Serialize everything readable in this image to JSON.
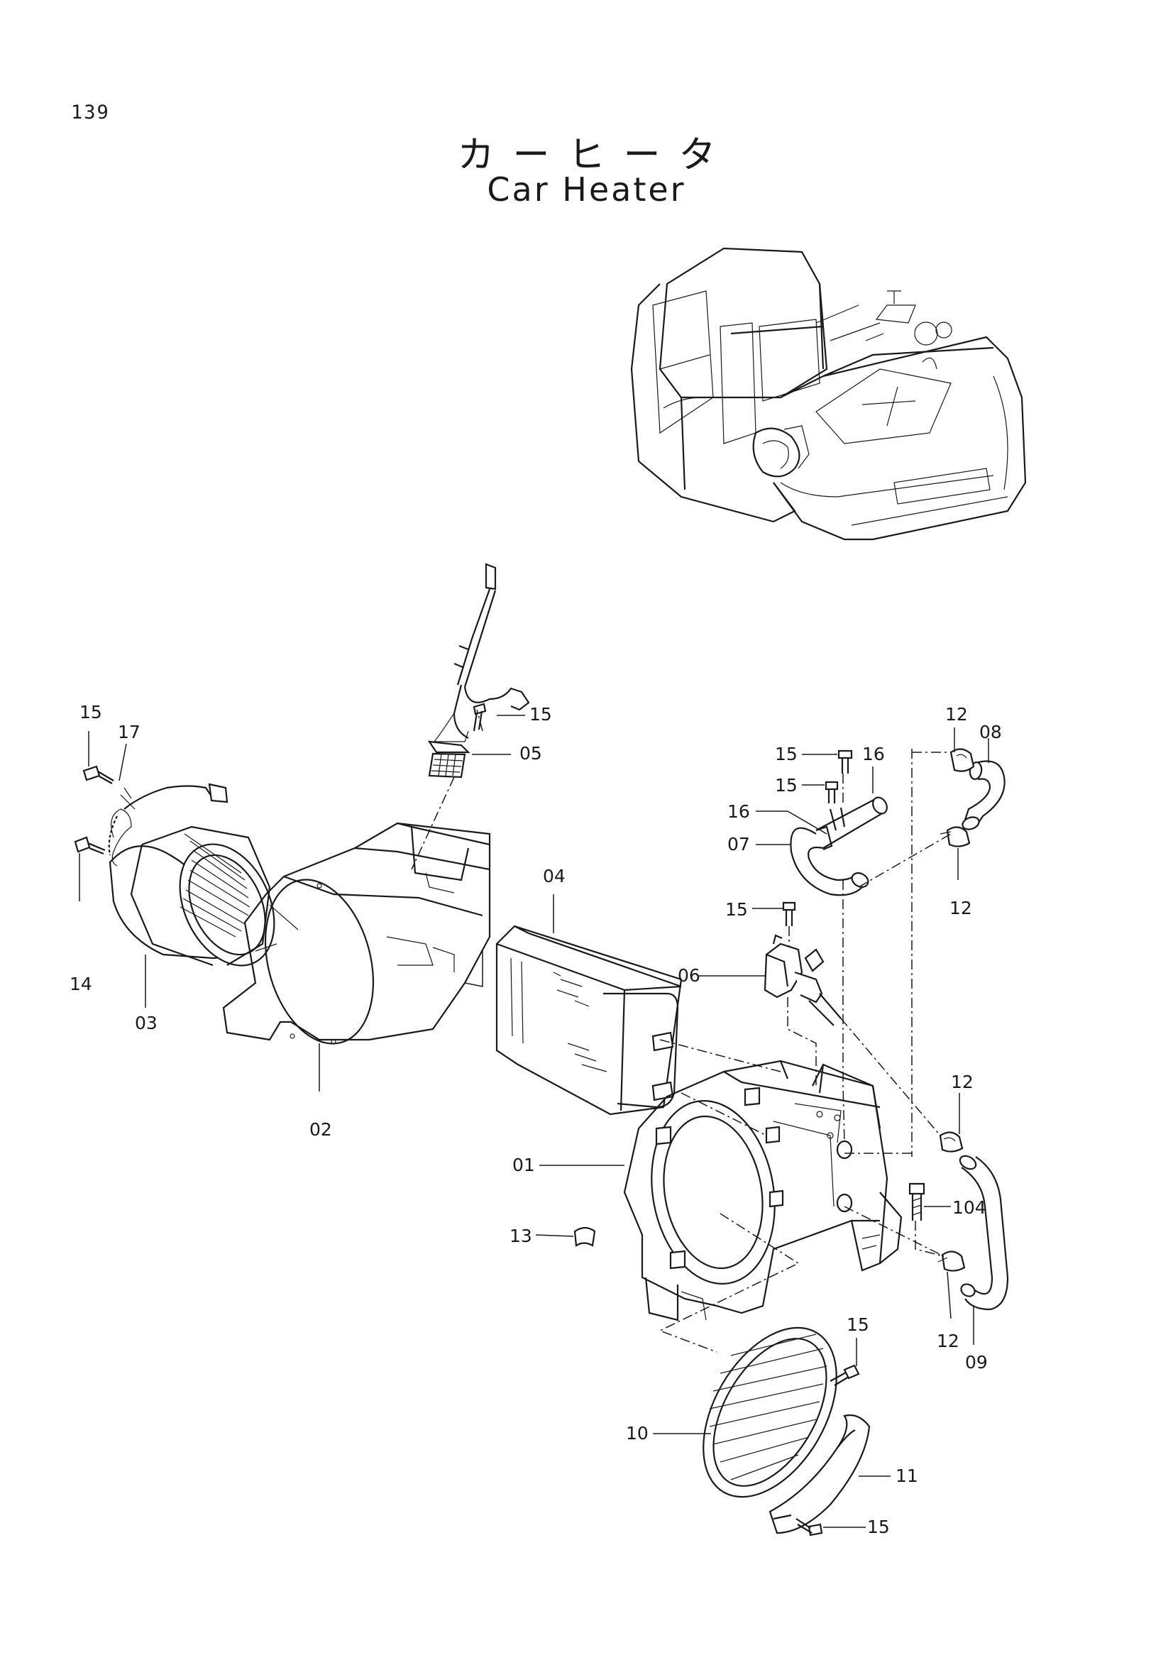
{
  "page": {
    "number": "139"
  },
  "title": {
    "japanese": "カーヒータ",
    "english": "Car Heater"
  },
  "callouts": [
    {
      "id": "c-15-a",
      "label": "15"
    },
    {
      "id": "c-17",
      "label": "17"
    },
    {
      "id": "c-14",
      "label": "14"
    },
    {
      "id": "c-03",
      "label": "03"
    },
    {
      "id": "c-02",
      "label": "02"
    },
    {
      "id": "c-15-b",
      "label": "15"
    },
    {
      "id": "c-05",
      "label": "05"
    },
    {
      "id": "c-04",
      "label": "04"
    },
    {
      "id": "c-15-c",
      "label": "15"
    },
    {
      "id": "c-16-a",
      "label": "16"
    },
    {
      "id": "c-15-d",
      "label": "15"
    },
    {
      "id": "c-16-b",
      "label": "16"
    },
    {
      "id": "c-07",
      "label": "07"
    },
    {
      "id": "c-12-a",
      "label": "12"
    },
    {
      "id": "c-08",
      "label": "08"
    },
    {
      "id": "c-12-b",
      "label": "12"
    },
    {
      "id": "c-15-e",
      "label": "15"
    },
    {
      "id": "c-06",
      "label": "06"
    },
    {
      "id": "c-12-c",
      "label": "12"
    },
    {
      "id": "c-01",
      "label": "01"
    },
    {
      "id": "c-104",
      "label": "104"
    },
    {
      "id": "c-13",
      "label": "13"
    },
    {
      "id": "c-12-d",
      "label": "12"
    },
    {
      "id": "c-09",
      "label": "09"
    },
    {
      "id": "c-15-f",
      "label": "15"
    },
    {
      "id": "c-10",
      "label": "10"
    },
    {
      "id": "c-11",
      "label": "11"
    },
    {
      "id": "c-15-g",
      "label": "15"
    }
  ]
}
